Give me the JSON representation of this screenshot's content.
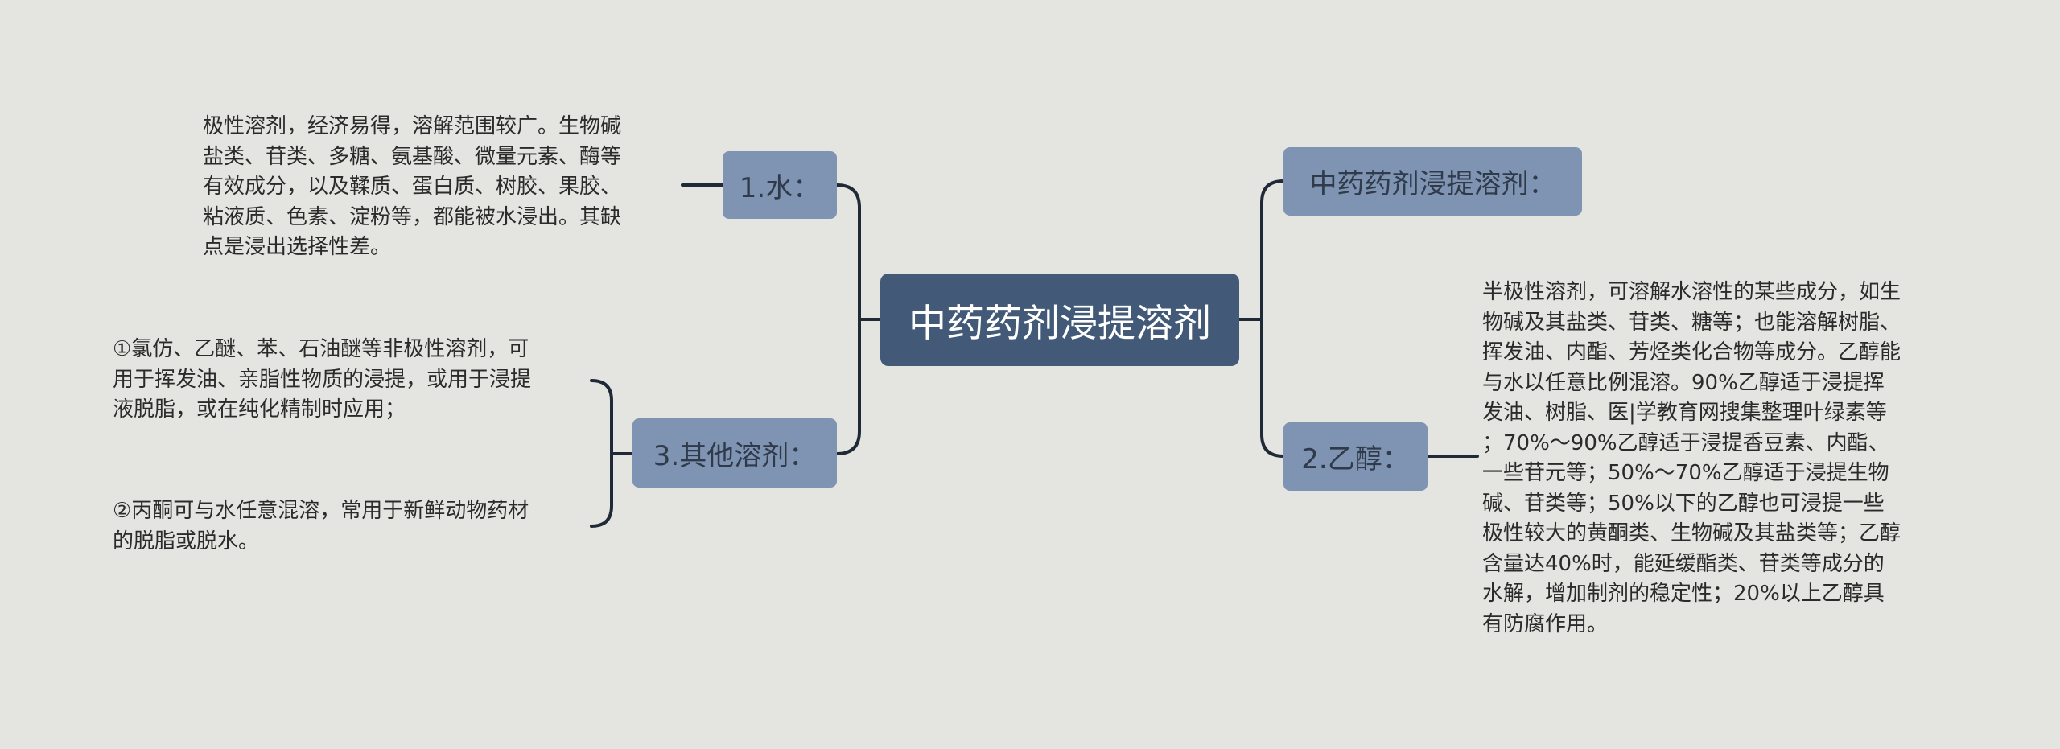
{
  "root": {
    "label": "中药药剂浸提溶剂"
  },
  "branches": {
    "water": {
      "label": "1.水：",
      "text": "极性溶剂，经济易得，溶解范围较广。生物碱\n盐类、苷类、多糖、氨基酸、微量元素、酶等\n有效成分，以及鞣质、蛋白质、树胶、果胶、\n粘液质、色素、淀粉等，都能被水浸出。其缺\n点是浸出选择性差。"
    },
    "other": {
      "label": "3.其他溶剂：",
      "text1": "①氯仿、乙醚、苯、石油醚等非极性溶剂，可\n用于挥发油、亲脂性物质的浸提，或用于浸提\n液脱脂，或在纯化精制时应用；",
      "text2": "②丙酮可与水任意混溶，常用于新鲜动物药材\n的脱脂或脱水。"
    },
    "title": {
      "label": "中药药剂浸提溶剂："
    },
    "ethanol": {
      "label": "2.乙醇：",
      "text": "半极性溶剂，可溶解水溶性的某些成分，如生\n物碱及其盐类、苷类、糖等；也能溶解树脂、\n挥发油、内酯、芳烃类化合物等成分。乙醇能\n与水以任意比例混溶。90%乙醇适于浸提挥\n发油、树脂、医|学教育网搜集整理叶绿素等\n；70%～90%乙醇适于浸提香豆素、内酯、\n一些苷元等；50%～70%乙醇适于浸提生物\n碱、苷类等；50%以下的乙醇也可浸提一些\n极性较大的黄酮类、生物碱及其盐类等；乙醇\n含量达40%时，能延缓酯类、苷类等成分的\n水解，增加制剂的稳定性；20%以上乙醇具\n有防腐作用。"
    }
  },
  "colors": {
    "background": "#e4e4e1",
    "root_fill": "#425a78",
    "branch_fill": "#7f93b2",
    "connector": "#1f2a36",
    "text": "#2b2b2b"
  }
}
